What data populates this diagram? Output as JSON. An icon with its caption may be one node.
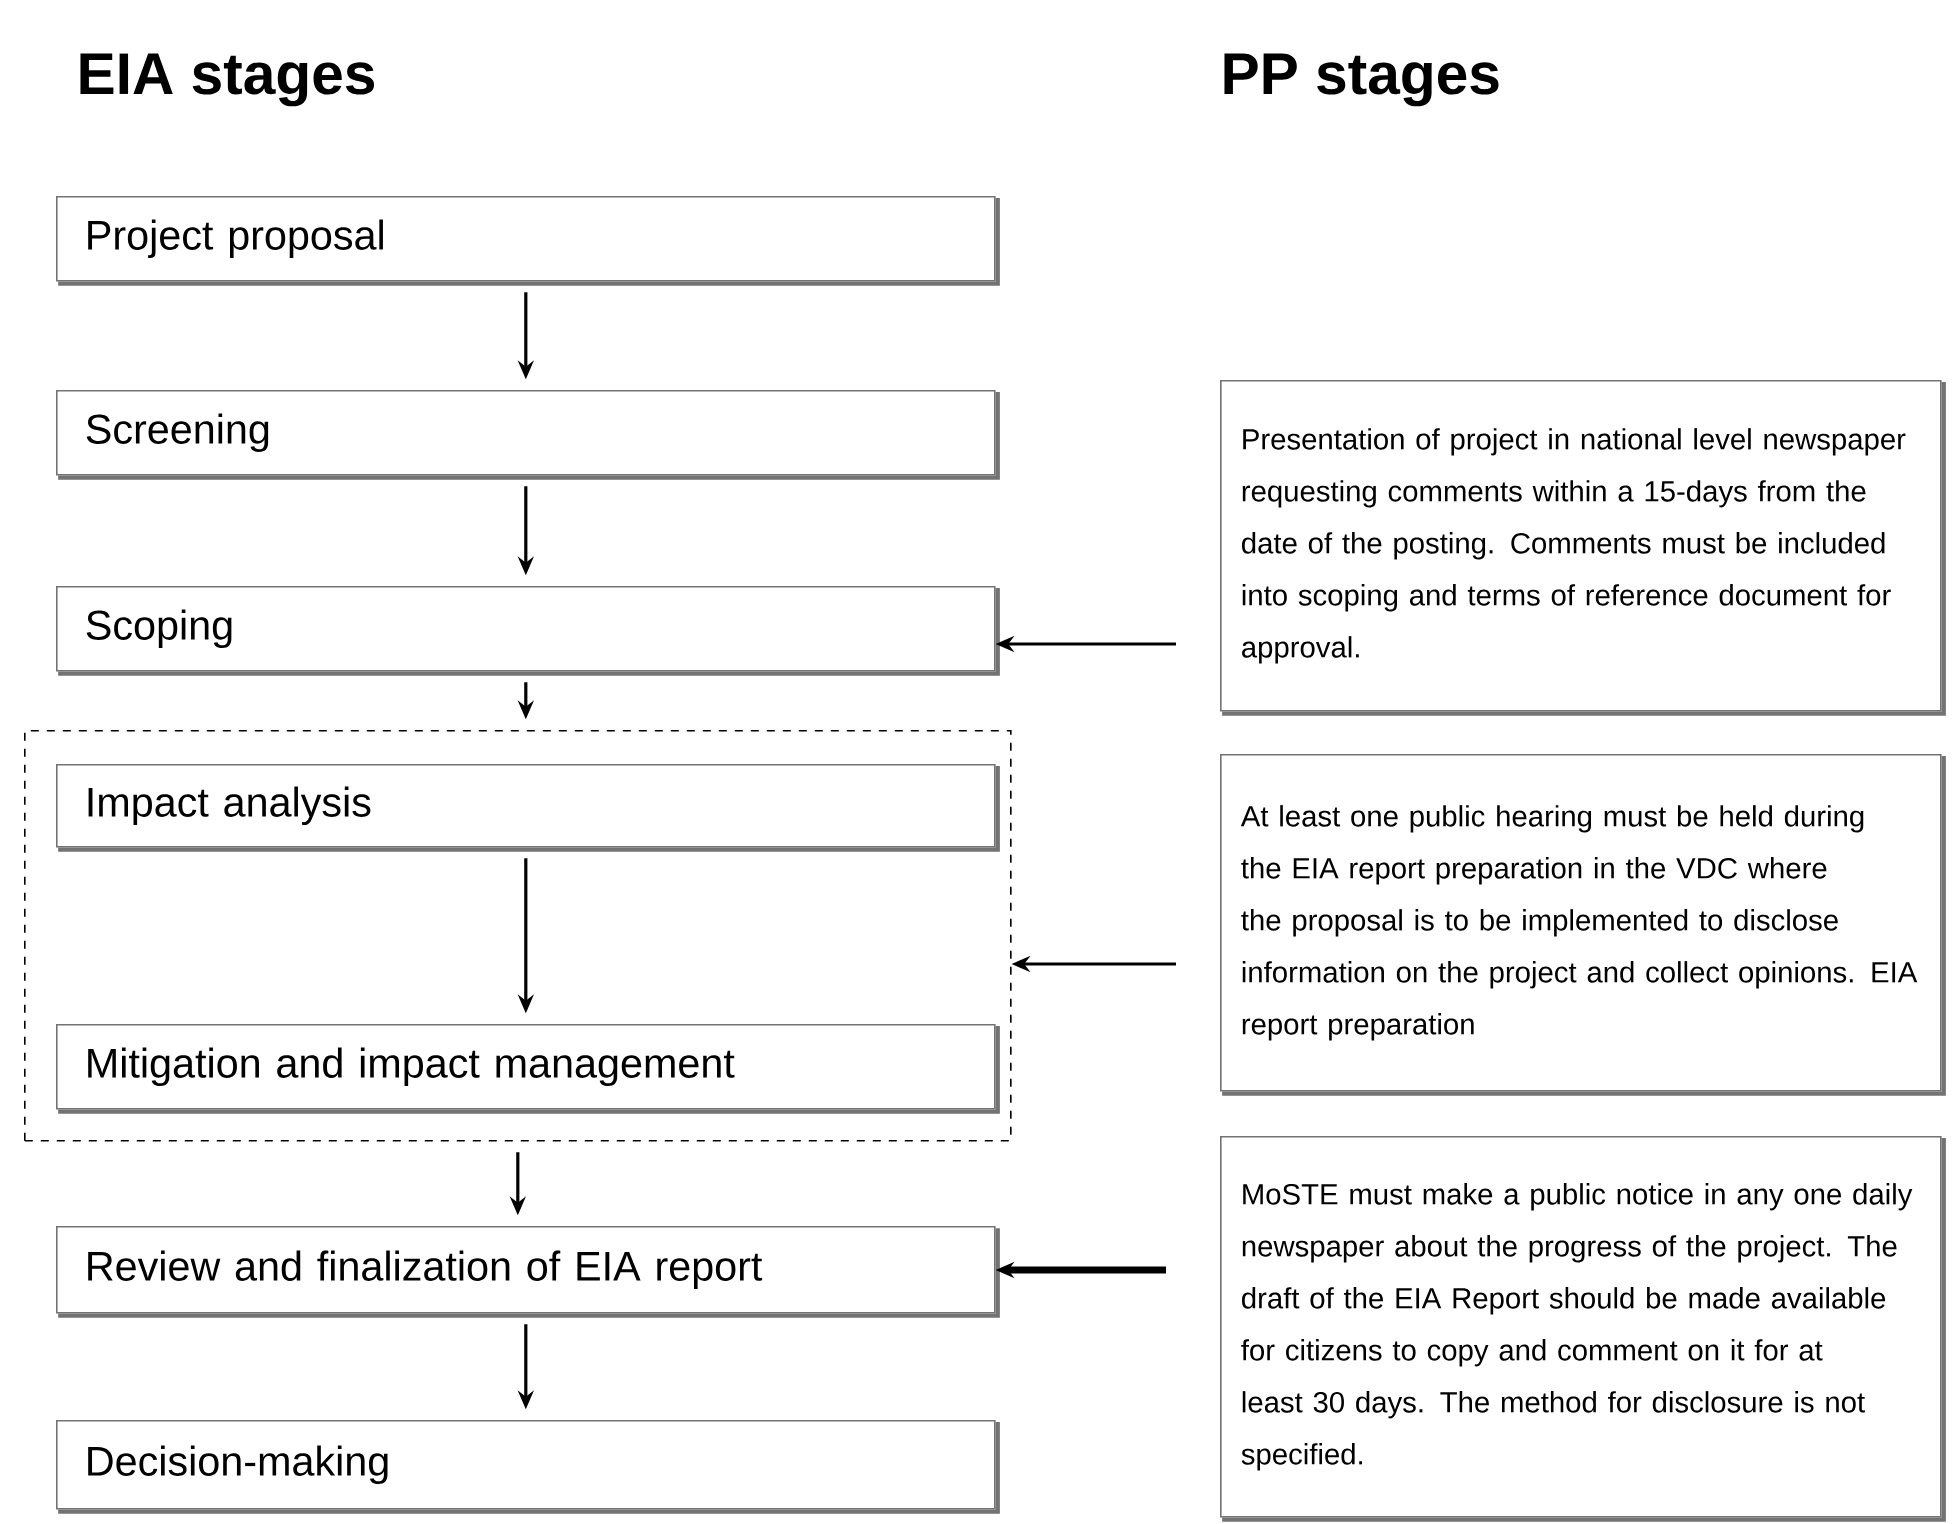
{
  "diagram": {
    "nodes": [
      {
        "text": [
          "Project proposal"
        ]
      },
      {
        "text": [
          "Screening"
        ]
      },
      {
        "text": [
          "Scoping"
        ]
      },
      {
        "text": [],
        "shape": "box"
      },
      {
        "text": [
          "Impact analysis"
        ],
        "in": 3
      },
      {
        "text": [
          "Mitigation and impact management"
        ],
        "in": 3
      },
      {
        "text": [
          "Review and finalization of EIA report"
        ]
      },
      {
        "text": [
          "Decision-making"
        ]
      },
      {
        "text": [
          "Presentation of project in national level newspaper requesting comments within a 15-days from the date of the posting. Comments must be included into scoping and terms of reference document for approval."
        ]
      },
      {
        "text": [
          "At least one public hearing must be held during the EIA report preparation in the VDC where the proposal is to be implemented to disclose information on the project and collect opinions. EIA report preparation"
        ]
      },
      {
        "text": [
          "MoSTE must make a public notice in any one daily newspaper about the progress of the project. The draft of the EIA Report should be made available for citizens to copy and comment on it for at least 30 days. The method for disclosure is not specified."
        ]
      }
    ],
    "edges": [
      {
        "from": 0,
        "to": 1,
        "arrow": "to"
      },
      {
        "from": 1,
        "to": 2,
        "arrow": "to"
      },
      {
        "from": 2,
        "to": 3,
        "arrow": "to"
      },
      {
        "from": 4,
        "to": 5,
        "arrow": "to"
      },
      {
        "from": 3,
        "to": 6,
        "arrow": "to"
      },
      {
        "from": 6,
        "to": 7,
        "arrow": "to"
      },
      {
        "from": 8,
        "to": 2,
        "arrow": "to"
      },
      {
        "from": 9,
        "to": 3,
        "arrow": "to"
      },
      {
        "from": 10,
        "to": 6,
        "arrow": "to",
        "style": "thick"
      }
    ],
    "labels": [
      "EIA stages",
      "PP stages"
    ]
  }
}
